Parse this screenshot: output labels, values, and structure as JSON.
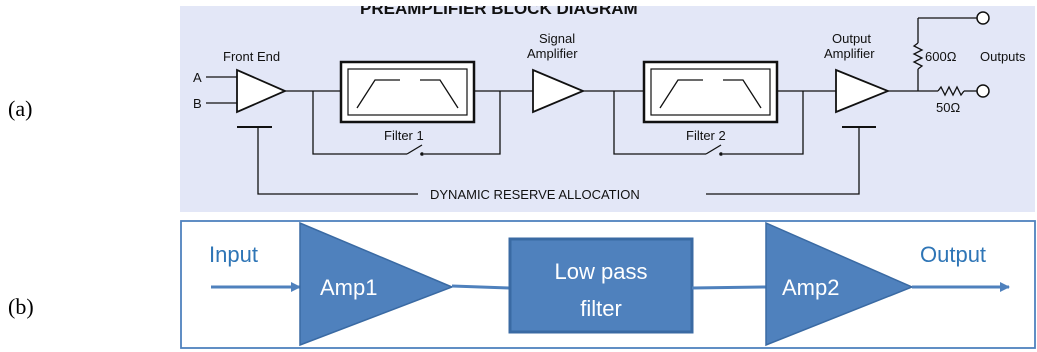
{
  "panel_a": {
    "label": "(a)",
    "title_cut": "PREAMPLIFIER BLOCK DIAGRAM",
    "input_a": "A",
    "input_b": "B",
    "front_end": "Front End",
    "signal_amp_l1": "Signal",
    "signal_amp_l2": "Amplifier",
    "output_amp_l1": "Output",
    "output_amp_l2": "Amplifier",
    "filter1": "Filter 1",
    "filter2": "Filter 2",
    "res1": "600Ω",
    "res2": "50Ω",
    "outputs": "Outputs",
    "reserve": "DYNAMIC RESERVE ALLOCATION",
    "bg_color": "#e3e7f7"
  },
  "panel_b": {
    "label": "(b)",
    "input": "Input",
    "amp1": "Amp1",
    "filter_l1": "Low pass",
    "filter_l2": "filter",
    "amp2": "Amp2",
    "output": "Output",
    "fill_color": "#4f81bd",
    "stroke_color": "#3a6aa3",
    "text_color": "#2e75b6"
  }
}
